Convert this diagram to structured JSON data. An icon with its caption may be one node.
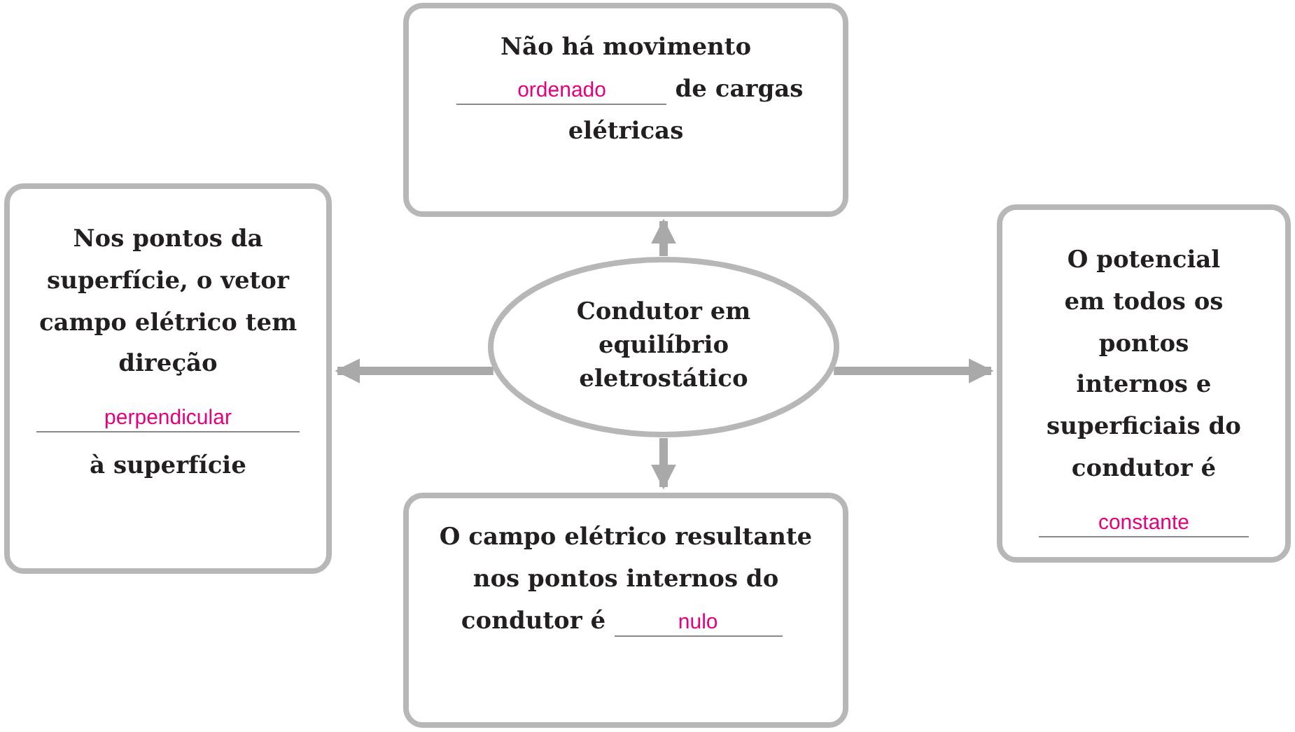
{
  "diagram": {
    "nodes": [
      {
        "text": [
          "Não há movimento",
          "ordenado",
          "de cargas elétricas"
        ]
      },
      {
        "text": [
          "Nos pontos da superfície, o vetor campo elétrico tem direção",
          "perpendicular",
          "à superfície"
        ]
      },
      {
        "text": [
          "Condutor em equilíbrio eletrostático"
        ]
      },
      {
        "text": [
          "O potencial em todos os pontos internos e superficiais do condutor é",
          "constante"
        ]
      },
      {
        "text": [
          "O campo elétrico resultante nos pontos internos do condutor é",
          "nulo"
        ]
      }
    ],
    "edges": [
      {
        "from": 2,
        "to": 0,
        "arrow": "to"
      },
      {
        "from": 2,
        "to": 1,
        "arrow": "to"
      },
      {
        "from": 2,
        "to": 3,
        "arrow": "to"
      },
      {
        "from": 2,
        "to": 4,
        "arrow": "to"
      }
    ]
  }
}
